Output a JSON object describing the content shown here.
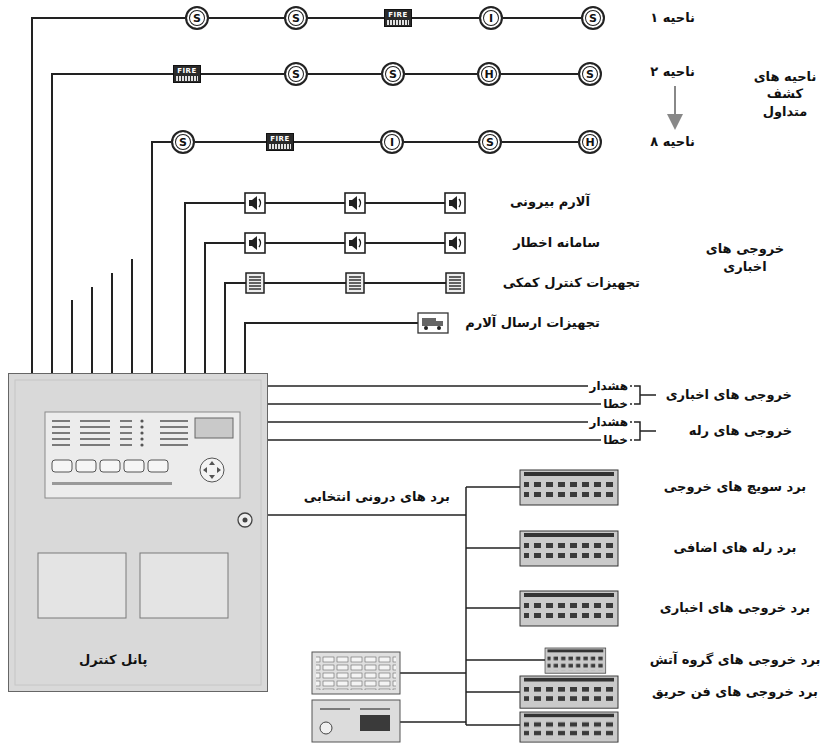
{
  "diagram": {
    "nodes": [
      {
        "text": [
          "S"
        ]
      },
      {
        "text": [
          "S"
        ]
      },
      {
        "text": [
          "FIRE"
        ]
      },
      {
        "text": [
          "I"
        ]
      },
      {
        "text": [
          "S"
        ]
      },
      {
        "text": [
          "FIRE"
        ]
      },
      {
        "text": [
          "S"
        ]
      },
      {
        "text": [
          "S"
        ]
      },
      {
        "text": [
          "H"
        ]
      },
      {
        "text": [
          "S"
        ]
      },
      {
        "text": [
          "S"
        ]
      },
      {
        "text": [
          "FIRE"
        ]
      },
      {
        "text": [
          "I"
        ]
      },
      {
        "text": [
          "S"
        ]
      },
      {
        "text": [
          "H"
        ]
      },
      {
        "text": [
          "پانل کنترل"
        ]
      }
    ],
    "edges": [
      {
        "from": 15,
        "to": 0,
        "arrow": "none"
      },
      {
        "from": 0,
        "to": 1,
        "arrow": "none"
      },
      {
        "from": 1,
        "to": 2,
        "arrow": "none"
      },
      {
        "from": 2,
        "to": 3,
        "arrow": "none"
      },
      {
        "from": 3,
        "to": 4,
        "arrow": "none"
      },
      {
        "from": 15,
        "to": 5,
        "arrow": "none"
      },
      {
        "from": 5,
        "to": 6,
        "arrow": "none"
      },
      {
        "from": 6,
        "to": 7,
        "arrow": "none"
      },
      {
        "from": 7,
        "to": 8,
        "arrow": "none"
      },
      {
        "from": 8,
        "to": 9,
        "arrow": "none"
      },
      {
        "from": 15,
        "to": 10,
        "arrow": "none"
      },
      {
        "from": 10,
        "to": 11,
        "arrow": "none"
      },
      {
        "from": 11,
        "to": 12,
        "arrow": "none"
      },
      {
        "from": 12,
        "to": 13,
        "arrow": "none"
      },
      {
        "from": 13,
        "to": 14,
        "arrow": "none"
      }
    ],
    "labels": [
      "ناحیه ۱",
      "ناحیه ۲",
      "ناحیه های کشف متداول",
      "ناحیه ۸",
      "آلارم بیرونی",
      "سامانه اخطار",
      "خروجی های اخباری",
      "تجهیزات کنترل کمکی",
      "تجهیزات ارسال آلارم",
      "هشدار",
      "خطا",
      "خروجی های اخباری",
      "هشدار",
      "خطا",
      "خروجی های رله",
      "برد های درونی انتخابی",
      "برد سویچ های خروجی",
      "برد رله های اضافی",
      "برد خروجی های اخباری",
      "برد خروجی های گروه آتش",
      "برد خروجی های فن حریق"
    ]
  }
}
